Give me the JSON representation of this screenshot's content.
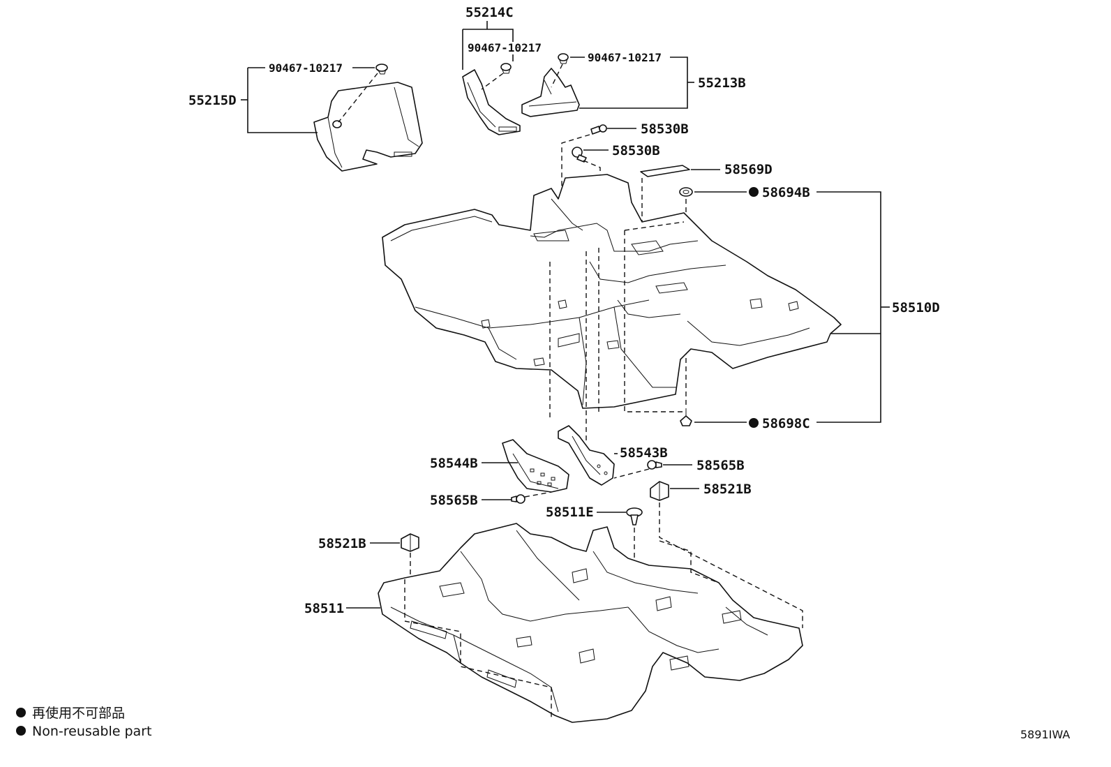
{
  "labels": {
    "p55214C": "55214C",
    "p90467_a": "90467-10217",
    "p90467_b": "90467-10217",
    "p90467_c": "90467-10217",
    "p55213B": "55213B",
    "p55215D": "55215D",
    "p58530B_a": "58530B",
    "p58530B_b": "58530B",
    "p58569D": "58569D",
    "p58694B": "58694B",
    "p58510D": "58510D",
    "p58698C": "58698C",
    "p58543B": "58543B",
    "p58544B": "58544B",
    "p58565B_a": "58565B",
    "p58565B_b": "58565B",
    "p58521B_a": "58521B",
    "p58521B_b": "58521B",
    "p58511E": "58511E",
    "p58511": "58511"
  },
  "legend": {
    "line1": "再使用不可部品",
    "line2": "Non-reusable part"
  },
  "figure_code": "5891IWA"
}
